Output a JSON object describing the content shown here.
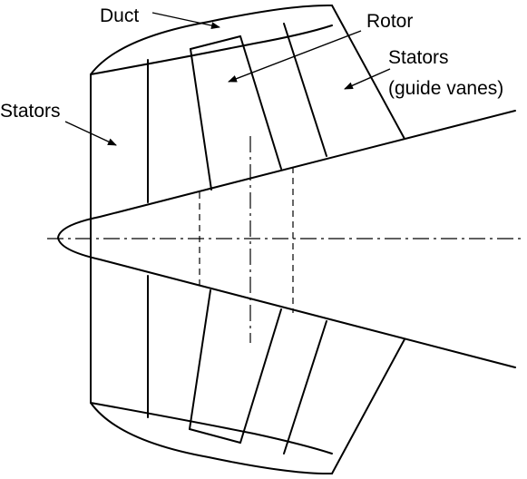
{
  "labels": {
    "duct": "Duct",
    "rotor": "Rotor",
    "stators_left": "Stators",
    "stators_right_line1": "Stators",
    "stators_right_line2": "(guide vanes)"
  }
}
